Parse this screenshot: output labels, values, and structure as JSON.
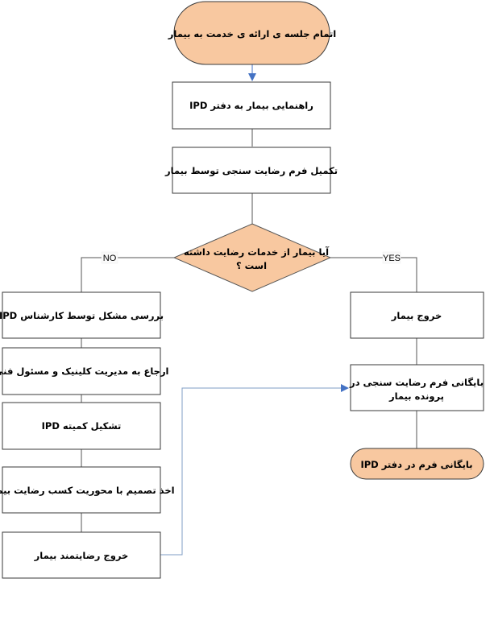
{
  "diagram": {
    "title": "",
    "colors": {
      "terminal_fill": "#f8c8a0",
      "terminal_stroke": "#3a3a3a",
      "process_fill": "#ffffff",
      "process_stroke": "#3a3a3a",
      "decision_fill": "#f8c8a0",
      "line": "#555555",
      "accent_arrow": "#4472c4"
    },
    "nodes": {
      "start": {
        "type": "terminal",
        "label": "اتمام جلسه ی ارائه ی خدمت به بیمار"
      },
      "guide": {
        "type": "process",
        "label": "راهنمایی بیمار به دفتر IPD"
      },
      "form": {
        "type": "process",
        "label": "تکمیل فرم رضایت سنجی توسط بیمار"
      },
      "decision": {
        "type": "decision",
        "line1": "آیا بیمار از خدمات رضایت داشته",
        "line2": "است ؟"
      },
      "exit": {
        "type": "process",
        "label": "خروج بیمار"
      },
      "archive_file": {
        "type": "process",
        "line1": "بایگانی فرم رضایت سنجی  در",
        "line2": "پرونده بیمار"
      },
      "archive_office": {
        "type": "terminal",
        "label": "بایگانی فرم در دفتر IPD"
      },
      "review": {
        "type": "process",
        "label": "بررسی مشکل توسط کارشناس IPD"
      },
      "refer": {
        "type": "process",
        "label": "ارجاع به مدیریت کلینیک و مسئول فنی"
      },
      "committee": {
        "type": "process",
        "label": "تشکیل کمیته IPD"
      },
      "decide": {
        "type": "process",
        "label": "اخذ تصمیم با محوریت کسب رضایت بیمار"
      },
      "satisfied_exit": {
        "type": "process",
        "label": "خروج رضایتمند بیمار"
      }
    },
    "edges": {
      "no_label": "NO",
      "yes_label": "YES"
    }
  }
}
